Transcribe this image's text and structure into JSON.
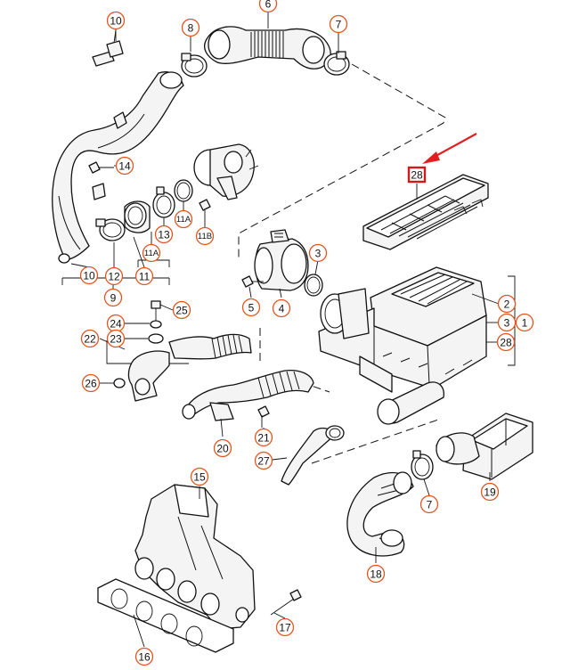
{
  "accent": "#e0541f",
  "highlight": "#d11a1a",
  "labels": [
    "10",
    "8",
    "6",
    "7",
    "14",
    "11A",
    "11B",
    "13",
    "11A",
    "12",
    "11",
    "10",
    "9",
    "3",
    "5",
    "4",
    "2",
    "3",
    "1",
    "28",
    "25",
    "24",
    "23",
    "22",
    "26",
    "20",
    "21",
    "27",
    "15",
    "19",
    "7",
    "18",
    "17",
    "16"
  ],
  "highlighted_label": "28",
  "arrow_icon": "red-arrow-icon"
}
